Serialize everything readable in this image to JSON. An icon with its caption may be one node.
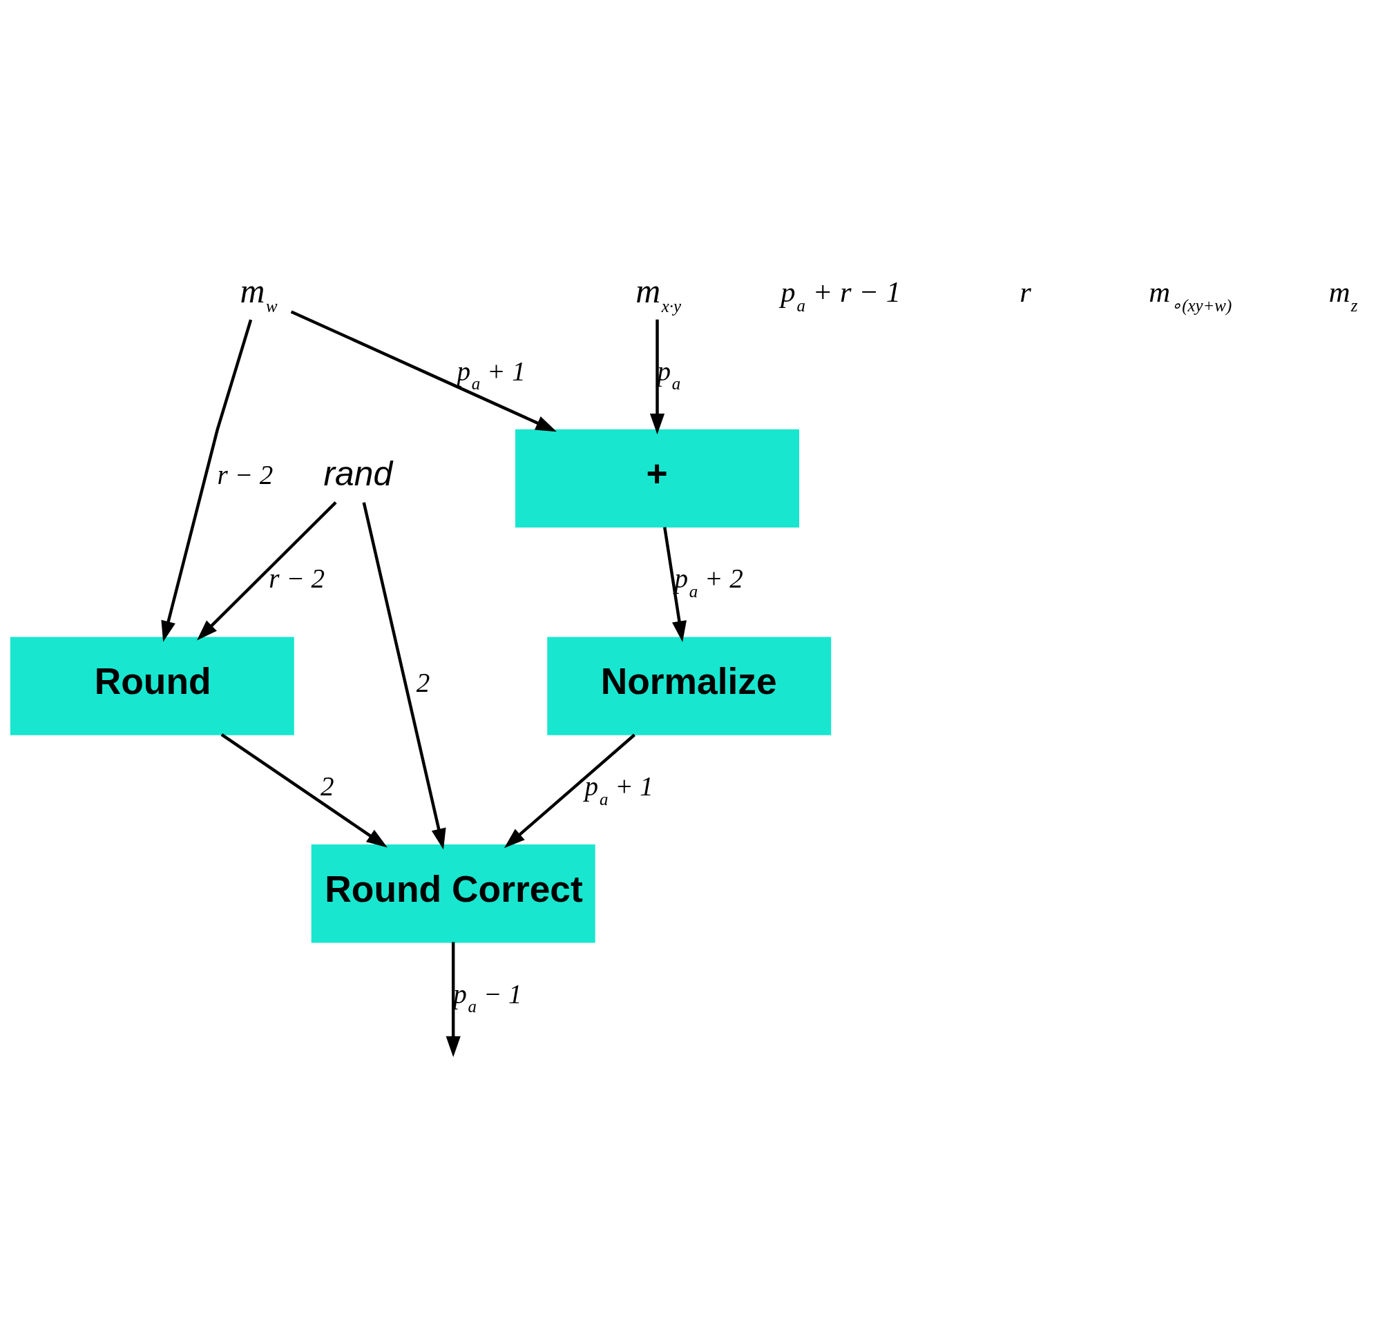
{
  "diagram": {
    "nodes": [
      {
        "text": [
          "m$_{x·y}$"
        ]
      },
      {
        "text": [
          "m$_{w}$"
        ]
      },
      {
        "text": [
          "+"
        ]
      },
      {
        "text": [
          "rand"
        ]
      },
      {
        "text": [
          "Round"
        ]
      },
      {
        "text": [
          "Normalize"
        ]
      },
      {
        "text": [
          "Round Correct"
        ]
      }
    ],
    "edges": [
      {
        "from": 0,
        "to": 2,
        "arrow": "to",
        "label": "p$_{a}$"
      },
      {
        "from": 1,
        "to": 2,
        "arrow": "to",
        "label": "p$_{a}$ + 1"
      },
      {
        "from": 1,
        "to": 4,
        "arrow": "to",
        "label": "r − 2"
      },
      {
        "from": 3,
        "to": 4,
        "arrow": "to",
        "label": "r − 2"
      },
      {
        "from": 2,
        "to": 5,
        "arrow": "to",
        "label": "p$_{a}$ + 2"
      },
      {
        "from": 5,
        "to": 6,
        "arrow": "to",
        "label": "p$_{a}$ + 1"
      },
      {
        "from": 4,
        "to": 6,
        "arrow": "to",
        "label": "2"
      },
      {
        "from": 3,
        "to": 6,
        "arrow": "to",
        "label": "2"
      },
      {
        "from": 6,
        "to": null,
        "arrow": "to",
        "label": "p$_{a}$ − 1"
      }
    ],
    "labels": [
      "p$_{a}$ + r − 1",
      "r",
      "m$_{∘(xy+w)}$",
      "m$_{z}$"
    ]
  }
}
